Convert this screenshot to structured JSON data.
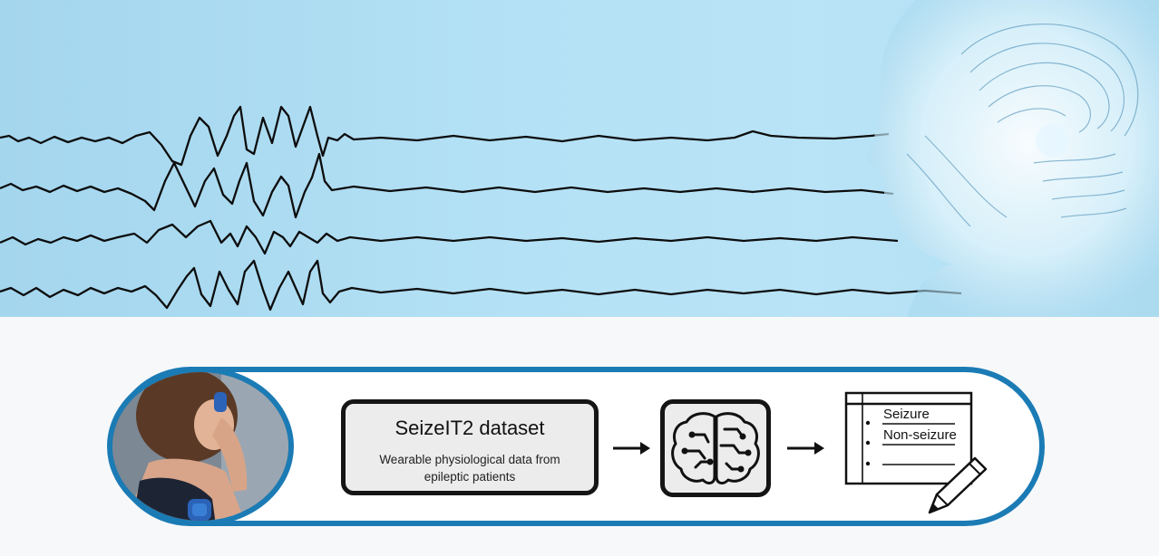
{
  "banner": {
    "signal_icon": "eeg-waveform-icon",
    "head_icon": "human-head-brain-icon"
  },
  "pipeline": {
    "photo_icon": "wearable-sensor-patient-photo",
    "dataset": {
      "title": "SeizeIT2 dataset",
      "description": "Wearable physiological data from epileptic patients"
    },
    "model_icon": "brain-circuit-icon",
    "output": {
      "icon": "report-pencil-icon",
      "labels": [
        "Seizure",
        "Non-seizure"
      ]
    }
  },
  "colors": {
    "accent_blue": "#1b7bb5",
    "banner_blue": "#b4e1f5",
    "box_fill": "#ececec"
  }
}
